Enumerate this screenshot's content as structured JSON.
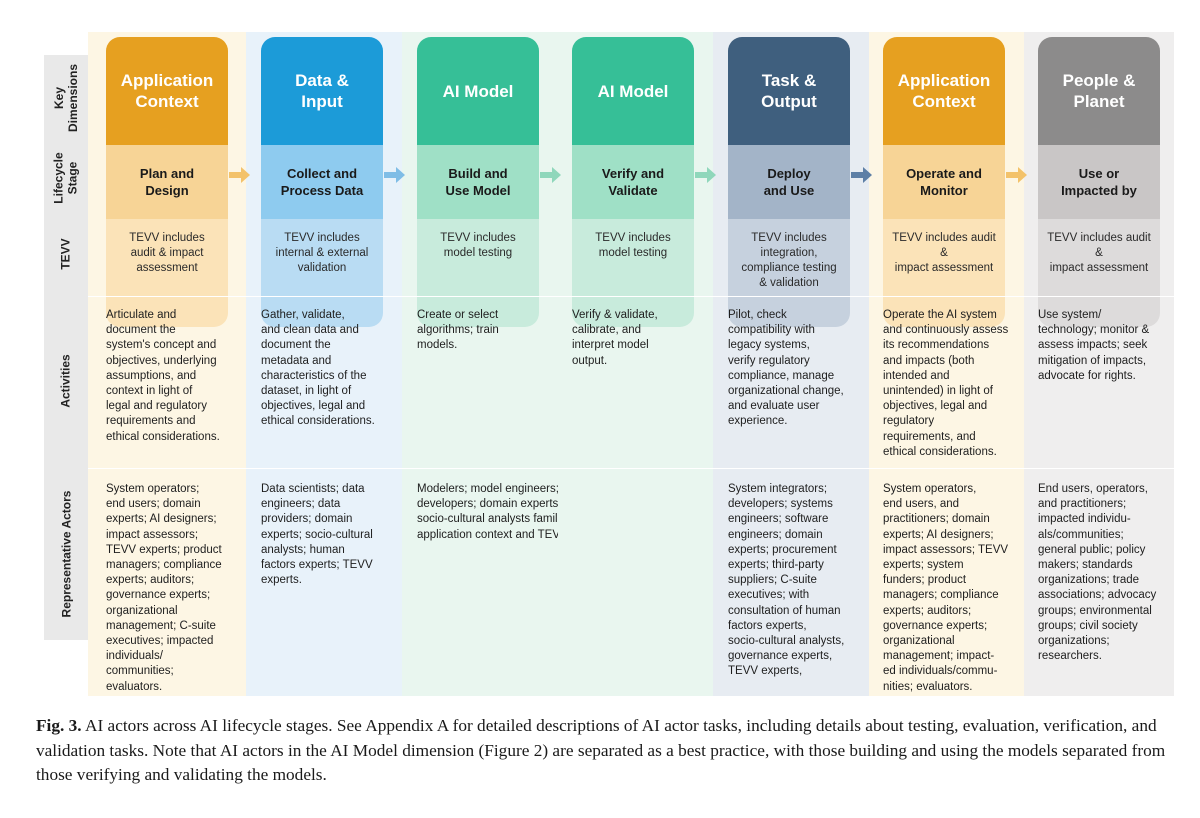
{
  "row_labels": {
    "key_dimensions": "Key\nDimensions",
    "lifecycle_stage": "Lifecycle\nStage",
    "tevv": "TEVV",
    "activities": "Activities",
    "representative_actors": "Representative Actors"
  },
  "columns": [
    {
      "dimension": "Application\nContext",
      "stage": "Plan and\nDesign",
      "tevv": "TEVV includes\naudit & impact\nassessment",
      "activities": "Articulate and\ndocument the\nsystem's concept and\nobjectives, underlying\nassumptions, and\ncontext in light of\nlegal and regulatory\nrequirements and\nethical considerations.",
      "actors": "System operators;\nend users; domain\nexperts; AI designers;\nimpact assessors;\nTEVV experts; product\nmanagers; compliance\nexperts; auditors;\ngovernance experts;\norganizational\nmanagement; C-suite\nexecutives; impacted\nindividuals/\ncommunities;\nevaluators.",
      "colors": {
        "header": "#e6a020",
        "stage": "#f7d496",
        "tevv": "#fbe3b8",
        "bg": "#fdf6e4"
      }
    },
    {
      "dimension": "Data &\nInput",
      "stage": "Collect and\nProcess Data",
      "tevv": "TEVV includes\ninternal & external\nvalidation",
      "activities": "Gather, validate,\nand clean data and\ndocument the\nmetadata and\ncharacteristics of the\ndataset, in light of\nobjectives, legal and\nethical considerations.",
      "actors": "Data scientists; data\nengineers; data\nproviders; domain\nexperts; socio-cultural\nanalysts; human\nfactors experts; TEVV\nexperts.",
      "colors": {
        "header": "#1c9bd8",
        "stage": "#8ecbef",
        "tevv": "#b9dcf3",
        "bg": "#e8f2fa"
      }
    },
    {
      "dimension": "AI Model",
      "stage": "Build and\nUse Model",
      "tevv": "TEVV includes\nmodel testing",
      "activities": "Create or select\nalgorithms; train\nmodels.",
      "actors": "Modelers; model engineers; data scientists;\ndevelopers; domain experts; with consultation of\nsocio-cultural analysts familiar with the\napplication context and TEVV experts.",
      "colors": {
        "header": "#36bf97",
        "stage": "#9fe0c6",
        "tevv": "#c8ebdc",
        "bg": "#e9f6ef"
      }
    },
    {
      "dimension": "AI Model",
      "stage": "Verify and\nValidate",
      "tevv": "TEVV includes\nmodel testing",
      "activities": "Verify & validate,\ncalibrate, and\ninterpret model\noutput.",
      "actors": "",
      "colors": {
        "header": "#36bf97",
        "stage": "#9fe0c6",
        "tevv": "#c8ebdc",
        "bg": "#e9f6ef"
      }
    },
    {
      "dimension": "Task &\nOutput",
      "stage": "Deploy\nand Use",
      "tevv": "TEVV includes\nintegration,\ncompliance testing\n& validation",
      "activities": "Pilot, check\ncompatibility with\nlegacy systems,\nverify regulatory\ncompliance, manage\norganizational change,\nand evaluate user\nexperience.",
      "actors": "System integrators;\ndevelopers; systems\nengineers; software\nengineers; domain\nexperts; procurement\nexperts; third-party\nsuppliers; C-suite\nexecutives; with\nconsultation of human\nfactors experts,\nsocio-cultural analysts,\ngovernance experts,\nTEVV experts,",
      "colors": {
        "header": "#3f5f7e",
        "stage": "#a3b4c8",
        "tevv": "#c6d1de",
        "bg": "#e7ecf2"
      }
    },
    {
      "dimension": "Application\nContext",
      "stage": "Operate and\nMonitor",
      "tevv": "TEVV includes audit\n&\nimpact assessment",
      "activities": "Operate the AI system\nand continuously assess\nits recommendations\nand impacts (both\nintended and\nunintended) in light of\nobjectives, legal and\nregulatory\nrequirements, and\nethical considerations.",
      "actors": "System operators,\nend users, and\npractitioners; domain\nexperts; AI designers;\nimpact assessors; TEVV\nexperts; system\nfunders; product\nmanagers; compliance\nexperts; auditors;\ngovernance experts;\norganizational\nmanagement; impact-\ned individuals/commu-\nnities; evaluators.",
      "colors": {
        "header": "#e6a020",
        "stage": "#f7d496",
        "tevv": "#fbe3b8",
        "bg": "#fdf6e4"
      }
    },
    {
      "dimension": "People &\nPlanet",
      "stage": "Use or\nImpacted by",
      "tevv": "TEVV includes audit\n&\nimpact assessment",
      "activities": "Use system/\ntechnology; monitor &\nassess impacts; seek\nmitigation of impacts,\nadvocate for rights.",
      "actors": "End users, operators,\nand practitioners;\nimpacted individu-\nals/communities;\ngeneral public; policy\nmakers; standards\norganizations; trade\nassociations; advocacy\ngroups; environmental\ngroups; civil society\norganizations;\nresearchers.",
      "colors": {
        "header": "#8c8b8b",
        "stage": "#c9c6c6",
        "tevv": "#dddbdb",
        "bg": "#efeeee"
      }
    }
  ],
  "arrow_colors": [
    "#f3c26a",
    "#7fbde6",
    "#8fd7bb",
    "#8fd7bb",
    "#5d7fa6",
    "#f3c26a"
  ],
  "caption": {
    "label": "Fig. 3.",
    "text": " AI actors across AI lifecycle stages. See Appendix A for detailed descriptions of AI actor tasks, including details about testing, evaluation, verification, and validation tasks. Note that AI actors in the AI Model dimension (Figure 2) are separated as a best practice, with those building and using the models separated from those verifying and validating the models."
  }
}
